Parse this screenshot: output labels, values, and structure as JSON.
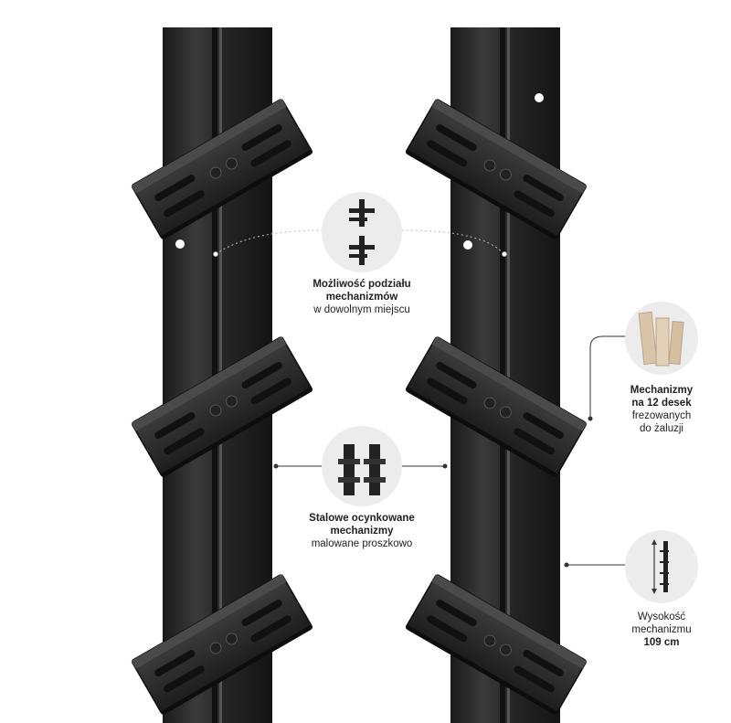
{
  "callouts": {
    "division": {
      "line1": "Możliwość podziału",
      "line2": "mechanizmów",
      "line3": "w dowolnym miejscu",
      "icon": "mechanism-division-icon"
    },
    "steel": {
      "line1": "Stalowe ocynkowane",
      "line2": "mechanizmy",
      "line3": "malowane proszkowo",
      "icon": "steel-mechanism-icon"
    },
    "boards": {
      "line1": "Mechanizmy",
      "line2": "na 12 desek",
      "line3": "frezowanych",
      "line4": "do żaluzji",
      "icon": "wooden-boards-icon"
    },
    "height": {
      "line1": "Wysokość",
      "line2": "mechanizmu",
      "line3": "109 cm",
      "icon": "height-measure-icon"
    }
  },
  "colors": {
    "metal": "#2b2b2b",
    "metal_dark": "#161616",
    "metal_light": "#4a4a4a",
    "badge": "#ececec",
    "wood": "#d9c6a8",
    "text": "#222222"
  }
}
